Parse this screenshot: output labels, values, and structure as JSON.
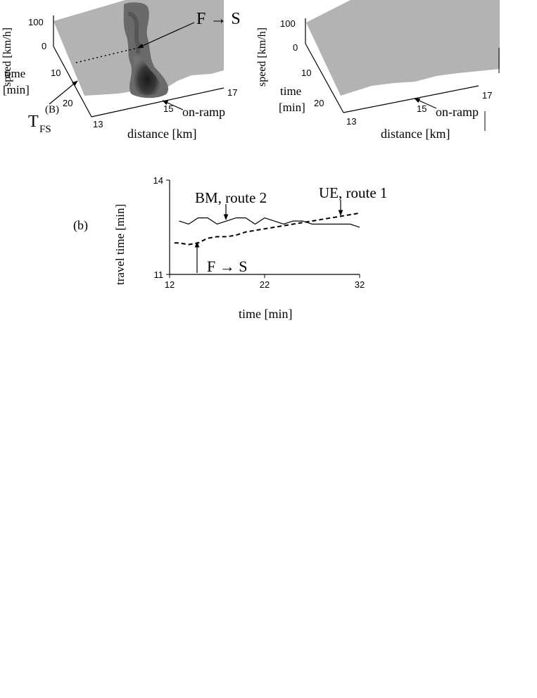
{
  "panel_a": {
    "left_plot": {
      "z_label": "speed [km/h]",
      "z_ticks": [
        "100",
        "0"
      ],
      "y_label_line1": "time",
      "y_label_line2": "[min]",
      "y_ticks": [
        "10",
        "20"
      ],
      "x_label": "distance [km]",
      "x_ticks": [
        "13",
        "15",
        "17"
      ],
      "annotation_transition": "F → S",
      "annotation_onramp": "on-ramp",
      "annotation_T_main": "T",
      "annotation_T_sub": "FS",
      "annotation_T_sup": "(B)"
    },
    "right_plot": {
      "z_label": "speed [km/h]",
      "z_ticks": [
        "100",
        "0"
      ],
      "y_label_line1": "time",
      "y_label_line2": "[min]",
      "y_ticks": [
        "10",
        "20"
      ],
      "x_label": "distance [km]",
      "x_ticks": [
        "13",
        "15",
        "17"
      ],
      "annotation_onramp": "on-ramp"
    }
  },
  "panel_b": {
    "panel_label": "(b)",
    "annotation_bm": "BM, route 2",
    "annotation_ue": "UE, route 1",
    "annotation_transition": "F → S"
  },
  "chart_data": {
    "type": "line",
    "title": "",
    "xlabel": "time [min]",
    "ylabel": "travel time [min]",
    "xlim": [
      12,
      32
    ],
    "ylim": [
      11,
      14
    ],
    "xticks": [
      "12",
      "22",
      "32"
    ],
    "yticks": [
      "11",
      "14"
    ],
    "series": [
      {
        "name": "BM, route 2",
        "style": "solid",
        "x": [
          13,
          14,
          15,
          16,
          17,
          18,
          19,
          20,
          21,
          22,
          23,
          24,
          25,
          26,
          27,
          28,
          29,
          30,
          31,
          32
        ],
        "y": [
          12.7,
          12.6,
          12.8,
          12.8,
          12.6,
          12.7,
          12.8,
          12.8,
          12.6,
          12.8,
          12.7,
          12.6,
          12.7,
          12.7,
          12.6,
          12.6,
          12.6,
          12.6,
          12.6,
          12.5
        ]
      },
      {
        "name": "UE, route 1",
        "style": "dashed",
        "x": [
          12.5,
          13,
          14,
          15,
          16,
          17,
          18,
          19,
          20,
          21,
          22,
          23,
          24,
          25,
          26,
          27,
          28,
          29,
          30,
          31,
          32
        ],
        "y": [
          12.0,
          12.0,
          11.95,
          12.0,
          12.15,
          12.2,
          12.2,
          12.25,
          12.35,
          12.4,
          12.45,
          12.5,
          12.55,
          12.6,
          12.65,
          12.7,
          12.75,
          12.8,
          12.85,
          12.9,
          12.95
        ]
      }
    ]
  }
}
